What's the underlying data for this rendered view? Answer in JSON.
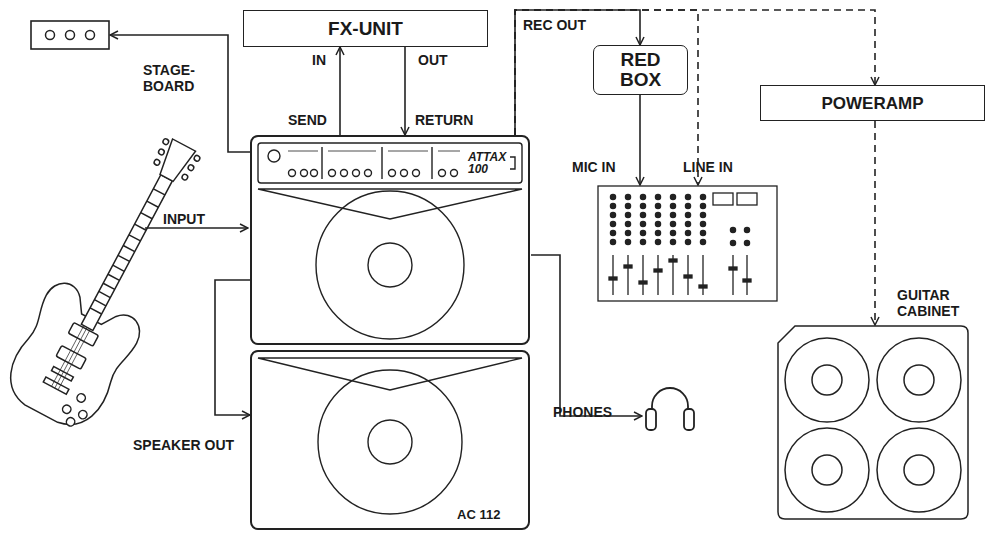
{
  "diagram": {
    "nodes": [
      {
        "text": [
          "STAGE-BOARD"
        ]
      },
      {
        "text": [
          "FX-UNIT"
        ]
      },
      {
        "text": [
          "RED BOX"
        ]
      },
      {
        "text": [
          "POWERAMP"
        ]
      },
      {
        "text": [
          "ATTAX 100"
        ]
      },
      {
        "text": [
          "AC 112"
        ]
      },
      {
        "text": [
          "MIC IN",
          "LINE IN"
        ]
      },
      {
        "text": [
          "GUITAR CABINET"
        ]
      }
    ],
    "edges": [
      {
        "from": 4,
        "to": 0,
        "arrow": "to"
      },
      {
        "from": 4,
        "to": 1,
        "arrow": "to"
      },
      {
        "from": 1,
        "to": 4,
        "arrow": "to"
      },
      {
        "from": 4,
        "to": 2,
        "arrow": "to"
      },
      {
        "from": 4,
        "to": 6,
        "arrow": "to"
      },
      {
        "from": 4,
        "to": 3,
        "arrow": "to"
      },
      {
        "from": 2,
        "to": 6,
        "arrow": "to"
      },
      {
        "from": 3,
        "to": 7,
        "arrow": "to"
      },
      {
        "from": 4,
        "to": 5,
        "arrow": "to"
      }
    ],
    "labels": [
      "IN",
      "OUT",
      "SEND",
      "RETURN",
      "REC OUT",
      "INPUT",
      "SPEAKER OUT",
      "PHONES"
    ]
  }
}
